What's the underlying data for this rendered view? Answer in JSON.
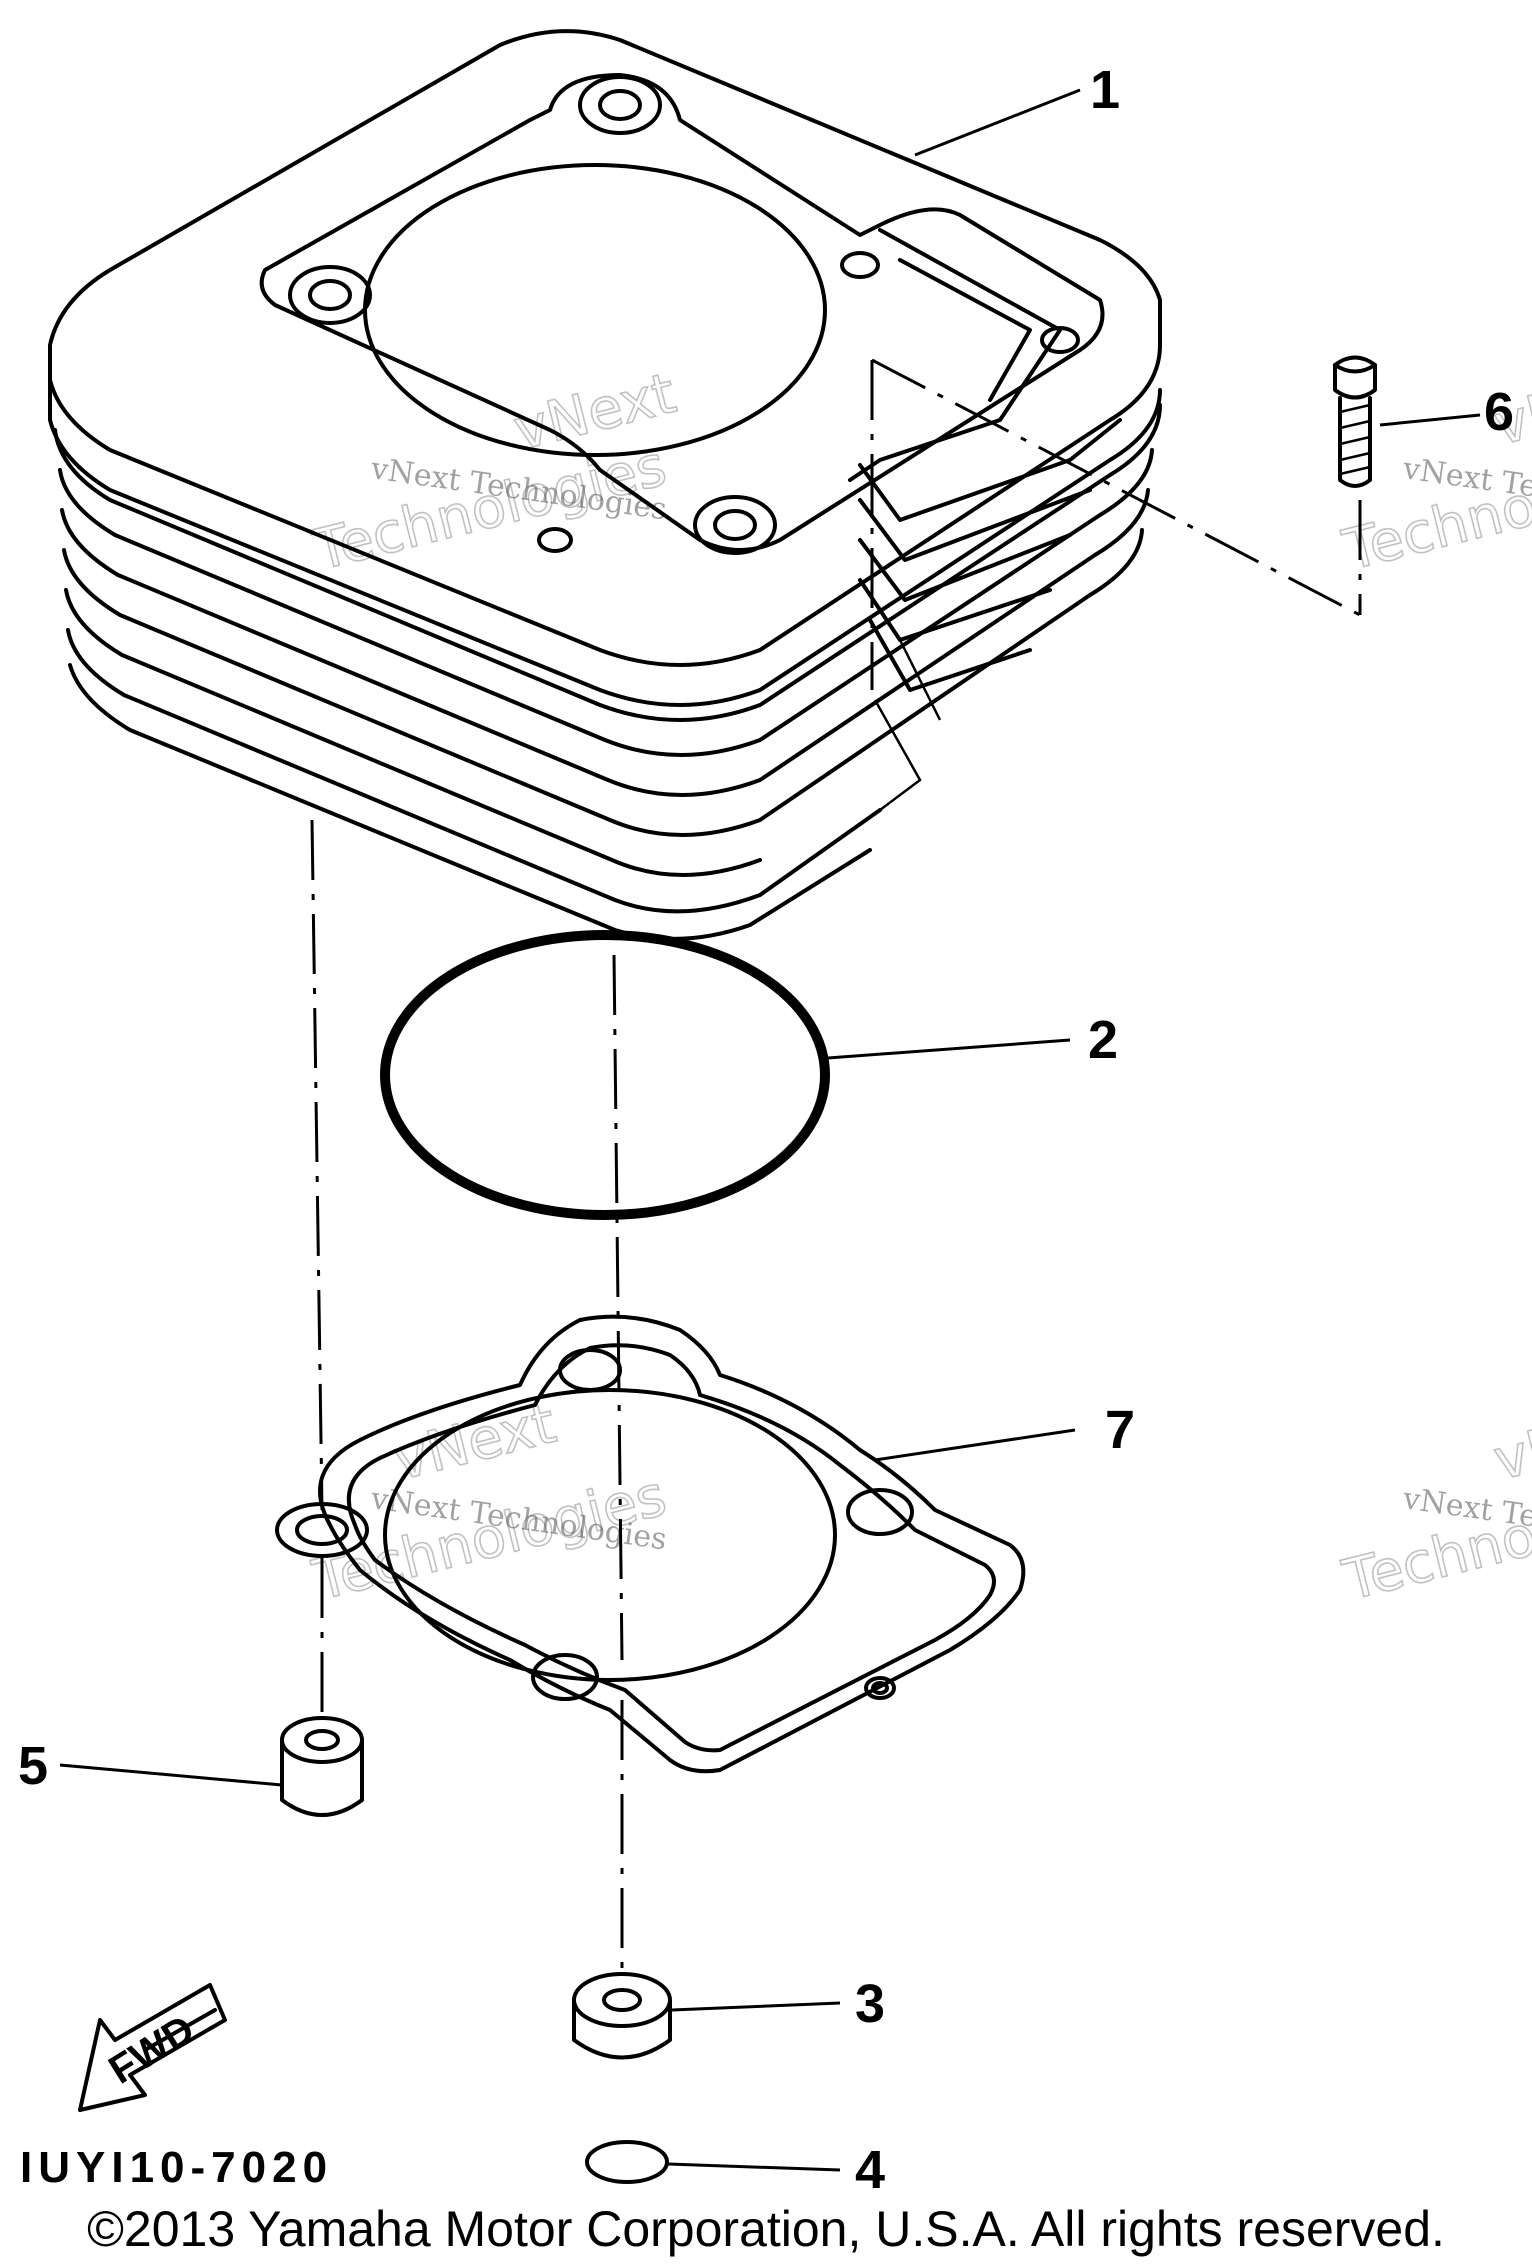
{
  "callouts": [
    {
      "id": "1",
      "label": "1"
    },
    {
      "id": "2",
      "label": "2"
    },
    {
      "id": "3",
      "label": "3"
    },
    {
      "id": "4",
      "label": "4"
    },
    {
      "id": "5",
      "label": "5"
    },
    {
      "id": "6",
      "label": "6"
    },
    {
      "id": "7",
      "label": "7"
    }
  ],
  "diagram_code": "IUYI10-7020",
  "fwd_label": "FWD",
  "watermark": {
    "small": "vNext Technologies",
    "large_line1": "vNext",
    "large_line2": "Technologies"
  },
  "copyright": "©2013 Yamaha Motor Corporation, U.S.A. All rights reserved.",
  "icons": {
    "fwd_arrow": "fwd-arrow-icon"
  }
}
